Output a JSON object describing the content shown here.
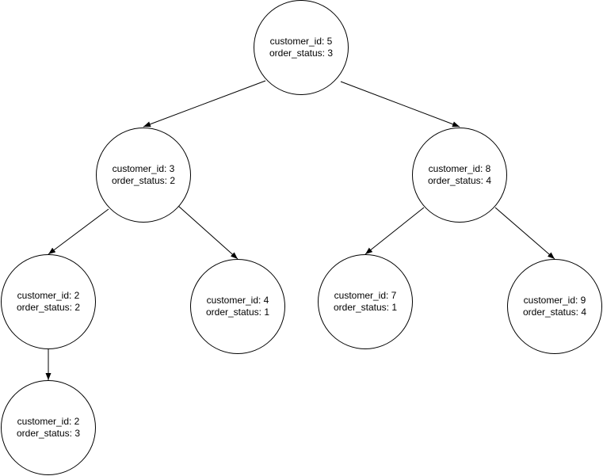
{
  "diagram": {
    "nodes": [
      {
        "id": "n5",
        "line1": "customer_id: 5",
        "line2": "order_status: 3"
      },
      {
        "id": "n3",
        "line1": "customer_id: 3",
        "line2": "order_status: 2"
      },
      {
        "id": "n8",
        "line1": "customer_id: 8",
        "line2": "order_status: 4"
      },
      {
        "id": "n2a",
        "line1": "customer_id: 2",
        "line2": "order_status: 2"
      },
      {
        "id": "n4",
        "line1": "customer_id: 4",
        "line2": "order_status: 1"
      },
      {
        "id": "n7",
        "line1": "customer_id: 7",
        "line2": "order_status: 1"
      },
      {
        "id": "n9",
        "line1": "customer_id: 9",
        "line2": "order_status: 4"
      },
      {
        "id": "n2b",
        "line1": "customer_id: 2",
        "line2": "order_status: 3"
      }
    ],
    "edges": [
      {
        "from": "n5",
        "to": "n3"
      },
      {
        "from": "n5",
        "to": "n8"
      },
      {
        "from": "n3",
        "to": "n2a"
      },
      {
        "from": "n3",
        "to": "n4"
      },
      {
        "from": "n8",
        "to": "n7"
      },
      {
        "from": "n8",
        "to": "n9"
      },
      {
        "from": "n2a",
        "to": "n2b"
      }
    ],
    "colors": {
      "stroke": "#000000",
      "fill": "#ffffff",
      "text": "#000000"
    }
  }
}
